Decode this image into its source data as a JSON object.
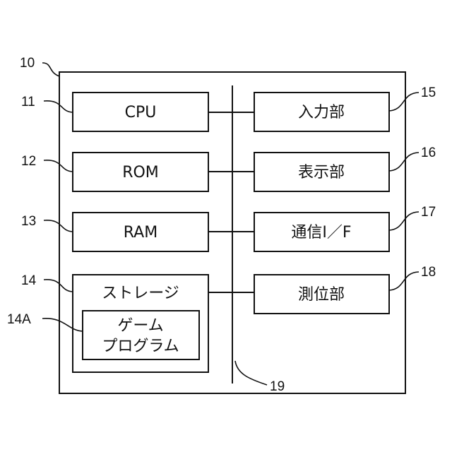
{
  "refs": {
    "device": "10",
    "cpu": "11",
    "rom": "12",
    "ram": "13",
    "storage": "14",
    "game_program": "14A",
    "input": "15",
    "display": "16",
    "comm": "17",
    "positioning": "18",
    "bus": "19"
  },
  "blocks": {
    "cpu": "CPU",
    "rom": "ROM",
    "ram": "RAM",
    "storage": "ストレージ",
    "game_program_line1": "ゲーム",
    "game_program_line2": "プログラム",
    "input": "入力部",
    "display": "表示部",
    "comm": "通信I／F",
    "positioning": "測位部"
  }
}
